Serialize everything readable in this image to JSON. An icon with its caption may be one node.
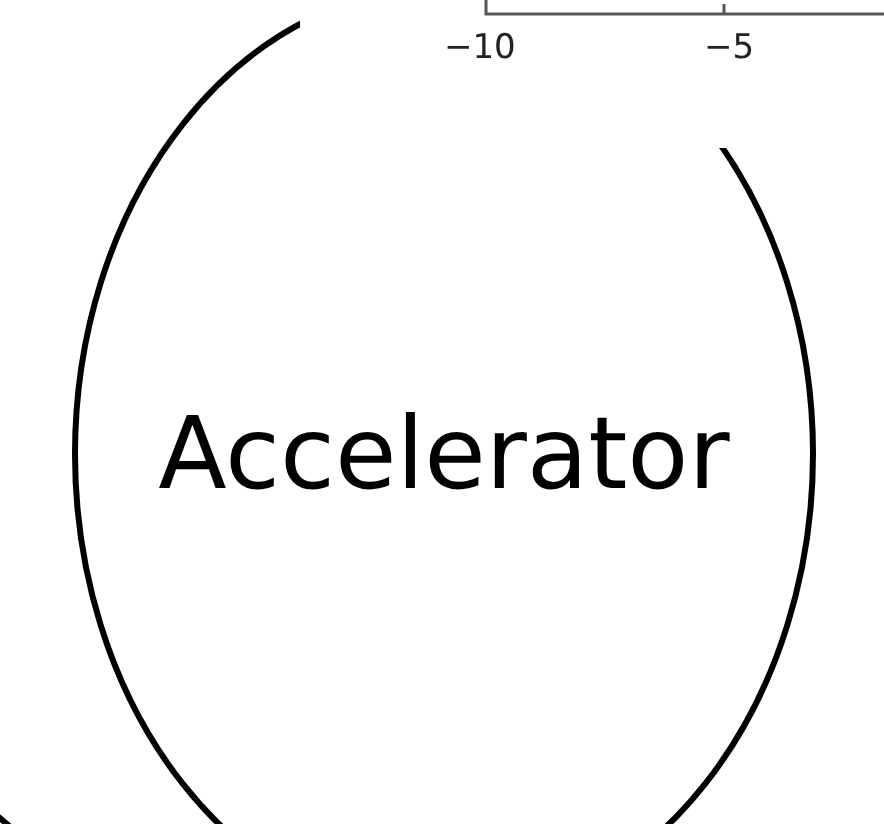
{
  "diagram": {
    "nodes": [
      {
        "text": [
          "Accelerator"
        ]
      },
      {
        "text": [],
        "shape": "circle"
      }
    ],
    "labels": [
      "−10",
      "−5"
    ]
  }
}
